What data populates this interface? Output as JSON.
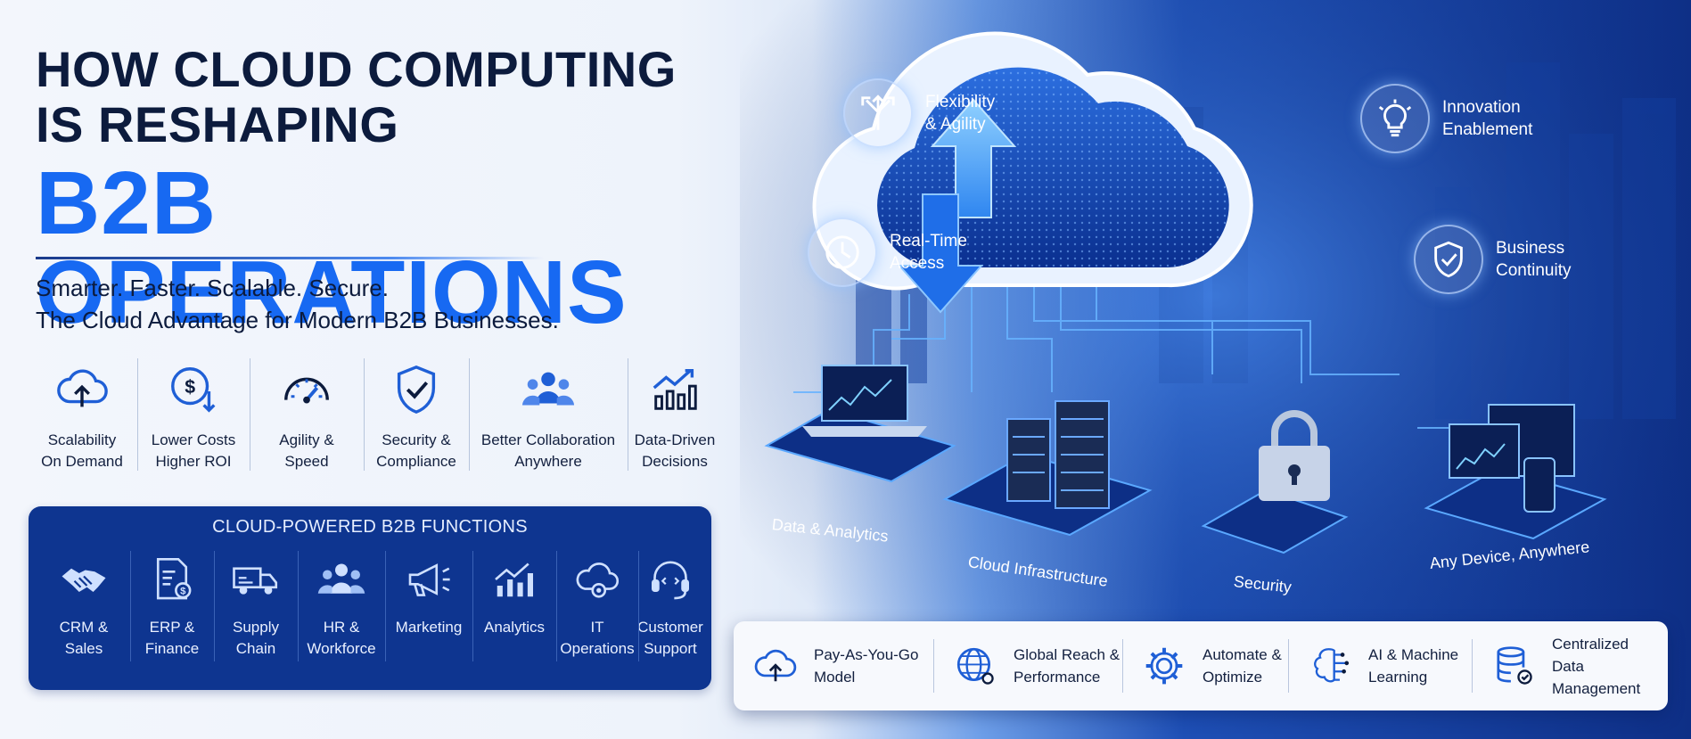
{
  "title": {
    "line1": "HOW CLOUD COMPUTING",
    "line2": "IS RESHAPING",
    "line3": "B2B OPERATIONS"
  },
  "tagline": {
    "line1": "Smarter. Faster. Scalable. Secure.",
    "line2": "The Cloud Advantage for Modern B2B Businesses."
  },
  "features": [
    {
      "icon": "cloud-upload-icon",
      "label": "Scalability\nOn Demand"
    },
    {
      "icon": "dollar-down-icon",
      "label": "Lower Costs\nHigher ROI"
    },
    {
      "icon": "speedometer-icon",
      "label": "Agility &\nSpeed"
    },
    {
      "icon": "shield-check-icon",
      "label": "Security &\nCompliance"
    },
    {
      "icon": "team-icon",
      "label": "Better Collaboration\nAnywhere"
    },
    {
      "icon": "bar-chart-up-icon",
      "label": "Data-Driven\nDecisions"
    }
  ],
  "functions_panel": {
    "title": "CLOUD-POWERED B2B FUNCTIONS",
    "items": [
      {
        "icon": "handshake-icon",
        "label": "CRM &\nSales"
      },
      {
        "icon": "invoice-icon",
        "label": "ERP &\nFinance"
      },
      {
        "icon": "truck-icon",
        "label": "Supply\nChain"
      },
      {
        "icon": "people-icon",
        "label": "HR &\nWorkforce"
      },
      {
        "icon": "megaphone-icon",
        "label": "Marketing"
      },
      {
        "icon": "analytics-icon",
        "label": "Analytics"
      },
      {
        "icon": "cloud-gear-icon",
        "label": "IT\nOperations"
      },
      {
        "icon": "headset-icon",
        "label": "Customer\nSupport"
      }
    ]
  },
  "circle_features": [
    {
      "icon": "arrows-split-icon",
      "label": "Flexibility\n& Agility"
    },
    {
      "icon": "clock-icon",
      "label": "Real-Time\nAccess"
    },
    {
      "icon": "lightbulb-icon",
      "label": "Innovation\nEnablement"
    },
    {
      "icon": "shield-check-icon",
      "label": "Business\nContinuity"
    }
  ],
  "devices": [
    {
      "label": "Data & Analytics"
    },
    {
      "label": "Cloud Infrastructure"
    },
    {
      "label": "Security"
    },
    {
      "label": "Any Device, Anywhere"
    }
  ],
  "bottom_bar": [
    {
      "icon": "cloud-upload-icon",
      "label": "Pay-As-You-Go\nModel"
    },
    {
      "icon": "globe-icon",
      "label": "Global Reach &\nPerformance"
    },
    {
      "icon": "gear-icon",
      "label": "Automate &\nOptimize"
    },
    {
      "icon": "brain-circuit-icon",
      "label": "AI & Machine\nLearning"
    },
    {
      "icon": "database-icon",
      "label": "Centralized Data\nManagement"
    }
  ],
  "colors": {
    "navy": "#0c1b3d",
    "accent_blue": "#1769f2",
    "panel_blue": "#0e3590",
    "icon_blue": "#1f5fd6"
  }
}
